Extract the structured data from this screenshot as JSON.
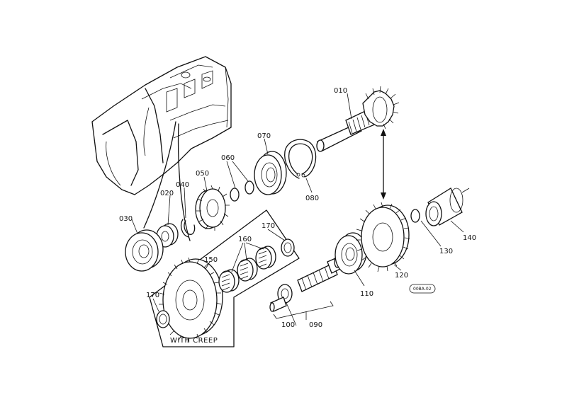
{
  "parts": {
    "p010": "010",
    "p020": "020",
    "p030": "030",
    "p040": "040",
    "p050": "050",
    "p060": "060",
    "p070": "070",
    "p080": "080",
    "p090": "090",
    "p100": "100",
    "p110": "110",
    "p120": "120",
    "p130": "130",
    "p140": "140",
    "p150": "150",
    "p160": "160",
    "p170a": "170",
    "p170b": "170"
  },
  "box_label": "WITH CREEP",
  "ref_code": "00BA-02"
}
